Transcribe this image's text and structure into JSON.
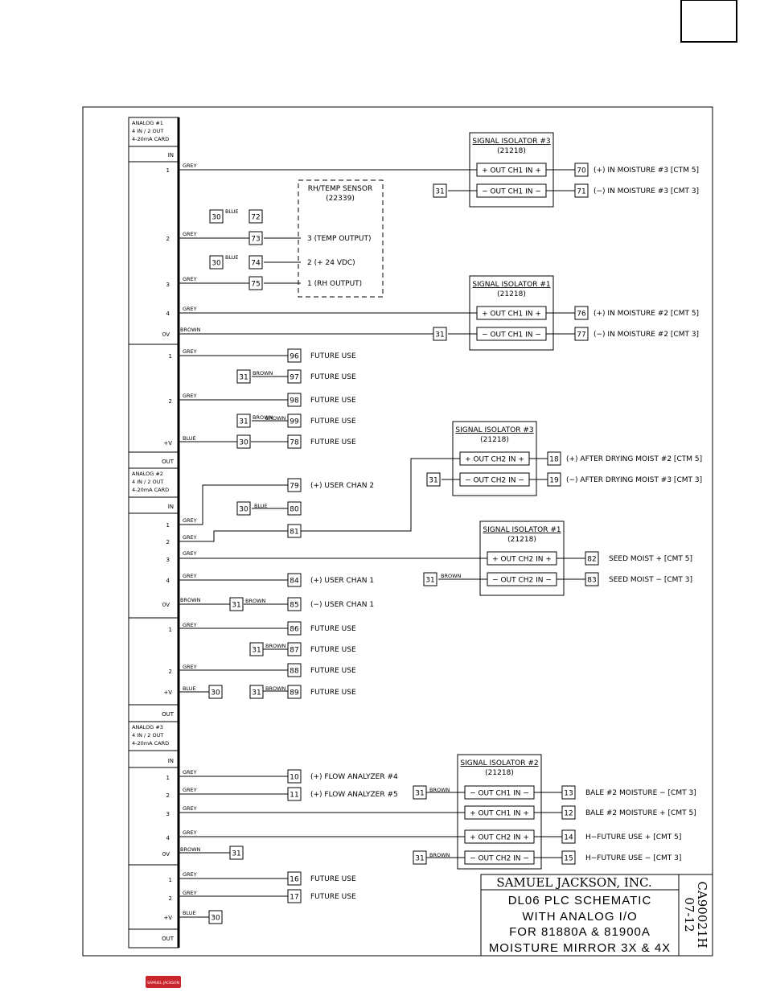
{
  "corner_box": "",
  "logo_text": "SAMUEL JACKSON",
  "cards": [
    {
      "title": [
        "ANALOG #1",
        "4 IN / 2 OUT",
        "4-20mA CARD"
      ],
      "in_label": "IN",
      "out_label": "OUT",
      "in_rows": [
        "1",
        "2",
        "3",
        "4",
        "0V"
      ],
      "out_rows": [
        "1",
        "2",
        "+V"
      ]
    },
    {
      "title": [
        "ANALOG #2",
        "4 IN / 2 OUT",
        "4-20mA CARD"
      ],
      "in_label": "IN",
      "out_label": "OUT",
      "in_rows": [
        "1",
        "2",
        "3",
        "4",
        "0V"
      ],
      "out_rows": [
        "1",
        "2",
        "+V"
      ]
    },
    {
      "title": [
        "ANALOG #3",
        "4 IN / 2 OUT",
        "4-20mA CARD"
      ],
      "in_label": "IN",
      "out_label": "OUT",
      "in_rows": [
        "1",
        "2",
        "3",
        "4",
        "0V"
      ],
      "out_rows": [
        "1",
        "2",
        "+V"
      ]
    }
  ],
  "wires": [
    "GREY",
    "GREY",
    "GREY",
    "GREY",
    "BROWN",
    "GREY",
    "GREY",
    "BLUE",
    "GREY",
    "GREY",
    "GREY",
    "GREY",
    "BROWN",
    "GREY",
    "GREY",
    "BLUE",
    "GREY",
    "GREY",
    "GREY",
    "GREY",
    "BROWN",
    "GREY",
    "GREY",
    "BLUE",
    "BLUE",
    "BLUE",
    "BROWN",
    "BROWN",
    "BLUE",
    "BROWN",
    "BROWN",
    "BROWN",
    "BROWN",
    "BROWN",
    "BROWN",
    "BROWN"
  ],
  "terminals": [
    "70",
    "71",
    "31",
    "30",
    "72",
    "73",
    "30",
    "74",
    "75",
    "76",
    "77",
    "31",
    "96",
    "31",
    "97",
    "98",
    "31",
    "99",
    "30",
    "78",
    "18",
    "31",
    "19",
    "79",
    "30",
    "80",
    "81",
    "82",
    "31",
    "83",
    "84",
    "31",
    "85",
    "86",
    "31",
    "87",
    "88",
    "30",
    "31",
    "89",
    "10",
    "11",
    "31",
    "13",
    "12",
    "14",
    "31",
    "15",
    "31",
    "16",
    "17",
    "30"
  ],
  "descriptions": [
    "(+) IN MOISTURE #3 [CTM 5]",
    "(−) IN MOISTURE #3 [CMT 3]",
    "(+) IN MOISTURE #2 [CMT 5]",
    "(−) IN MOISTURE #2 [CMT 3]",
    "FUTURE USE",
    "FUTURE USE",
    "FUTURE USE",
    "FUTURE USE",
    "FUTURE USE",
    "(+) AFTER DRYING MOIST #2 [CTM 5]",
    "(−) AFTER DRYING MOIST #3 [CMT 3]",
    "(+) USER CHAN 2",
    "SEED MOIST + [CMT 5]",
    "SEED MOIST − [CMT 3]",
    "(+) USER CHAN 1",
    "(−) USER CHAN 1",
    "FUTURE USE",
    "FUTURE USE",
    "FUTURE USE",
    "FUTURE USE",
    "(+) FLOW ANALYZER #4",
    "(+) FLOW ANALYZER #5",
    "BALE #2 MOISTURE − [CMT 3]",
    "BALE #2 MOISTURE + [CMT 5]",
    "H−FUTURE USE + [CMT 5]",
    "H−FUTURE USE − [CMT 3]",
    "FUTURE USE",
    "FUTURE USE"
  ],
  "sensor": {
    "title": "RH/TEMP SENSOR",
    "part": "(22339)",
    "pins": [
      "3  (TEMP OUTPUT)",
      "2  (+ 24 VDC)",
      "1  (RH OUTPUT)"
    ]
  },
  "isolators": [
    {
      "title": "SIGNAL ISOLATOR #3",
      "part": "(21218)",
      "rows": [
        "+ OUT CH1 IN +",
        "− OUT CH1 IN −"
      ]
    },
    {
      "title": "SIGNAL ISOLATOR #1",
      "part": "(21218)",
      "rows": [
        "+ OUT CH1 IN +",
        "− OUT CH1 IN −"
      ]
    },
    {
      "title": "SIGNAL ISOLATOR #3",
      "part": "(21218)",
      "rows": [
        "+ OUT CH2 IN +",
        "− OUT CH2 IN −"
      ]
    },
    {
      "title": "SIGNAL ISOLATOR #1",
      "part": "(21218)",
      "rows": [
        "+ OUT CH2 IN +",
        "− OUT CH2 IN −"
      ]
    },
    {
      "title": "SIGNAL ISOLATOR #2",
      "part": "(21218)",
      "rows": [
        "− OUT CH1 IN −",
        "+ OUT CH1 IN +",
        "+ OUT CH2 IN +",
        "− OUT CH2 IN −"
      ]
    }
  ],
  "title_block": {
    "company": "SAMUEL JACKSON, INC.",
    "lines": [
      "DL06 PLC SCHEMATIC",
      "WITH ANALOG I/O",
      "FOR 81880A & 81900A",
      "MOISTURE MIRROR 3X & 4X"
    ],
    "drawing_no": "CA90021H",
    "date": "07-12"
  }
}
